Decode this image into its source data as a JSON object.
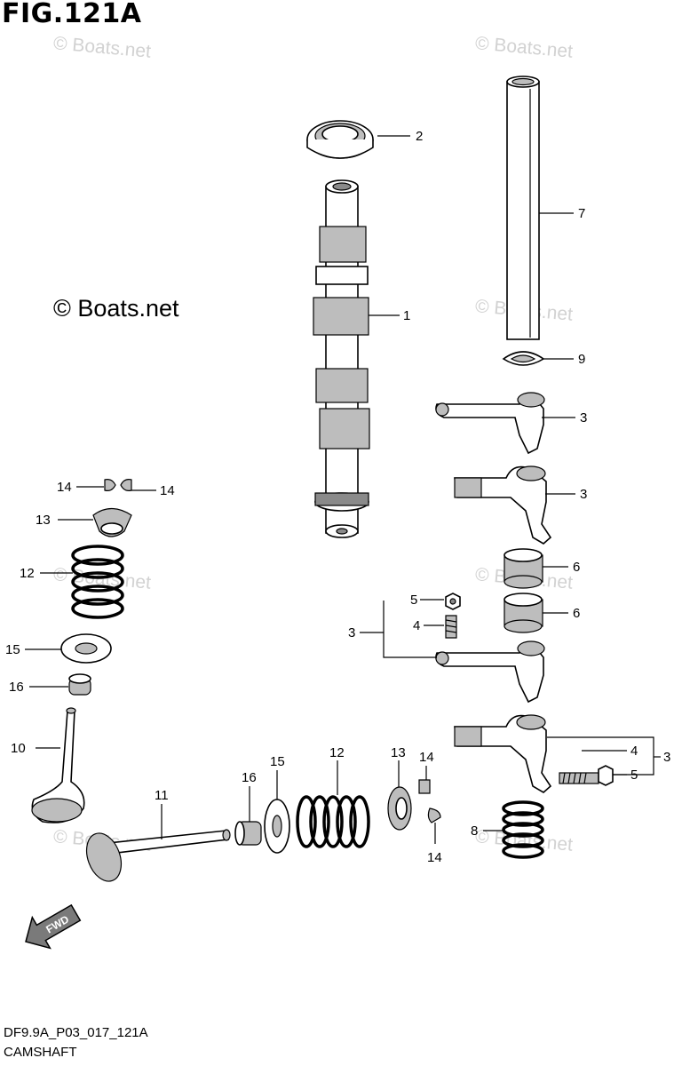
{
  "header": {
    "title": "FIG.121A"
  },
  "footer": {
    "code": "DF9.9A_P03_017_121A",
    "name": "CAMSHAFT"
  },
  "watermark": {
    "main": "© Boats.net",
    "faint": "© Boats.net"
  },
  "fwd_label": "FWD",
  "callouts": {
    "c1": "1",
    "c2": "2",
    "c3a": "3",
    "c3b": "3",
    "c3c": "3",
    "c3d": "3",
    "c4a": "4",
    "c4b": "4",
    "c5a": "5",
    "c5b": "5",
    "c6a": "6",
    "c6b": "6",
    "c7": "7",
    "c8": "8",
    "c9": "9",
    "c10": "10",
    "c11": "11",
    "c12a": "12",
    "c12b": "12",
    "c13a": "13",
    "c13b": "13",
    "c14a": "14",
    "c14b": "14",
    "c14c": "14",
    "c14d": "14",
    "c15a": "15",
    "c15b": "15",
    "c16a": "16",
    "c16b": "16"
  }
}
